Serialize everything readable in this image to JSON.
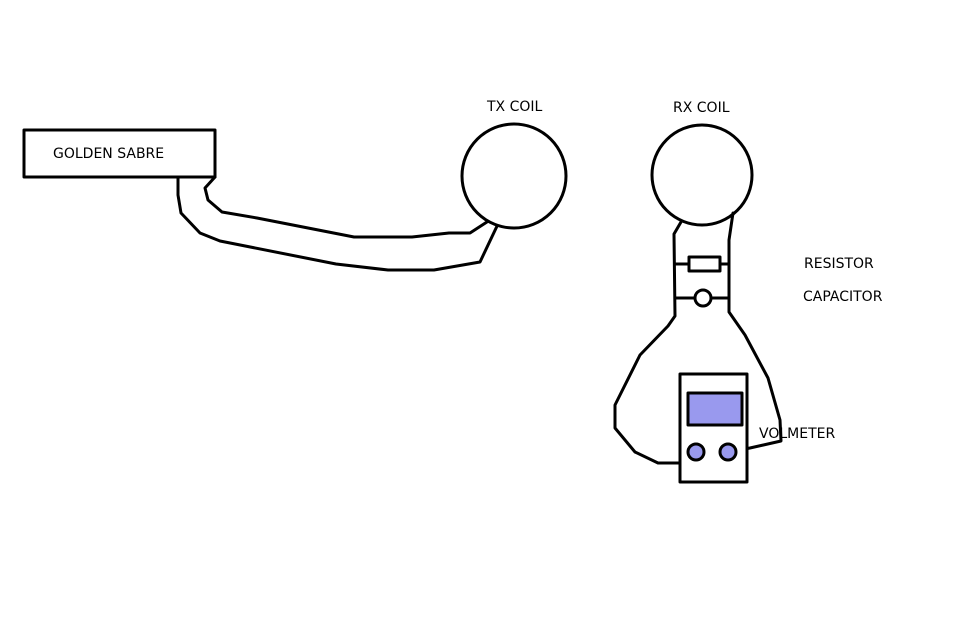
{
  "labels": {
    "detector": "GOLDEN SABRE",
    "tx_coil": "TX COIL",
    "rx_coil": "RX COIL",
    "resistor": "RESISTOR",
    "capacitor": "CAPACITOR",
    "voltmeter": "VOLMETER"
  },
  "colors": {
    "stroke": "#000000",
    "meter_fill": "#9999ee",
    "background": "#ffffff"
  }
}
